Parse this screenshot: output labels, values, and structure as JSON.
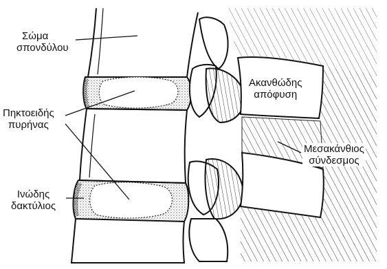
{
  "labels": {
    "vertebral_body": {
      "line1": "Σώμα",
      "line2": "σπονδύλου"
    },
    "nucleus_pulposus": {
      "line1": "Πηκτοειδής",
      "line2": "πυρήνας"
    },
    "annulus_fibrosus": {
      "line1": "Ινώδης",
      "line2": "δακτύλιος"
    },
    "spinous_process": {
      "line1": "Ακανθώδης",
      "line2": "απόφυση"
    },
    "interspinous_ligament": {
      "line1": "Μεσακάνθιος",
      "line2": "σύνδεσμος"
    }
  },
  "colors": {
    "ink": "#111111",
    "paper": "#ffffff",
    "stipple": "#555555",
    "hatch": "#444444"
  }
}
